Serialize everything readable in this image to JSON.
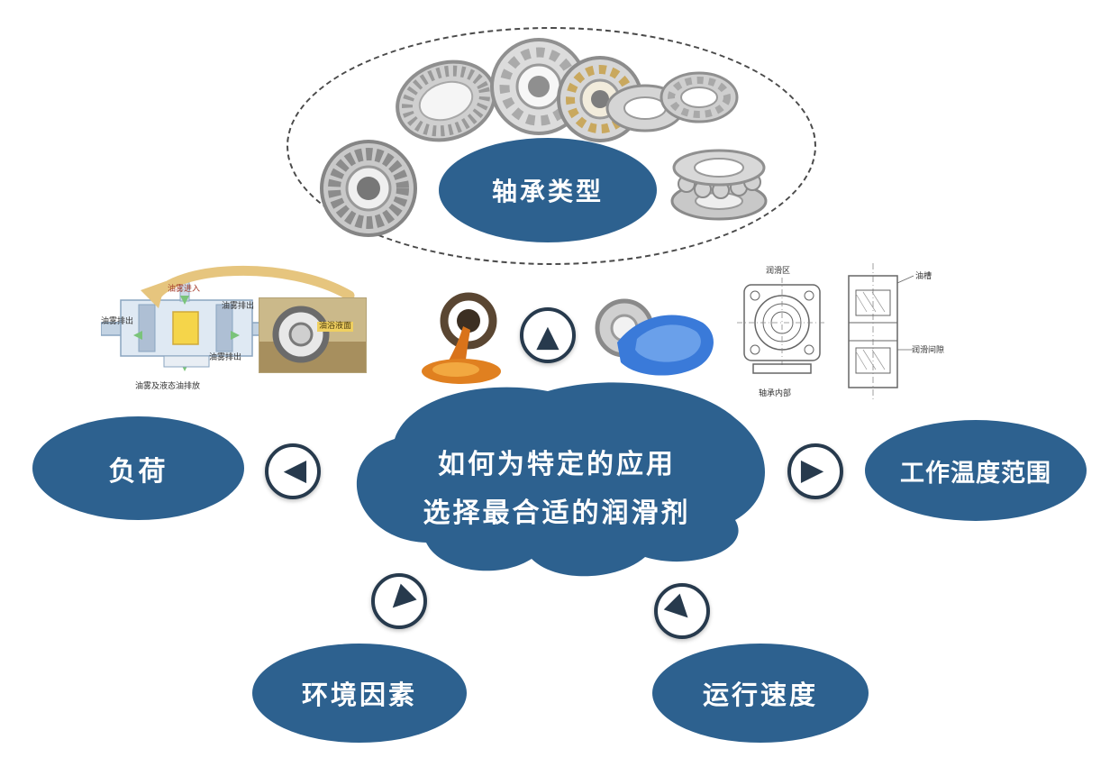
{
  "center": {
    "line1": "如何为特定的应用",
    "line2": "选择最合适的润滑剂"
  },
  "nodes": {
    "bearing_type": "轴承类型",
    "load": "负荷",
    "temperature_range": "工作温度范围",
    "environment": "环境因素",
    "speed": "运行速度"
  },
  "labels": {
    "oil_mist_in": "油雾进入",
    "oil_mist_out_top": "油雾排出",
    "oil_mist_out_left": "油雾排出",
    "oil_mist_out_bottom": "油雾排出",
    "oil_mist_drain": "油雾及液态油排放",
    "oil_bath_level": "油浴液面",
    "lubrication_zone": "润滑区",
    "bearing_interior": "轴承内部",
    "oil_groove": "油槽",
    "lubrication_gap": "润滑间隙"
  },
  "icons": {
    "arrow": "▲"
  },
  "colors": {
    "node_fill": "#2d618f",
    "node_text": "#ffffff",
    "arrow_stroke": "#273a4d",
    "dashed_outline": "#4a4a4a",
    "oil_orange": "#d9731a",
    "grease_blue": "#3a7ad9"
  }
}
